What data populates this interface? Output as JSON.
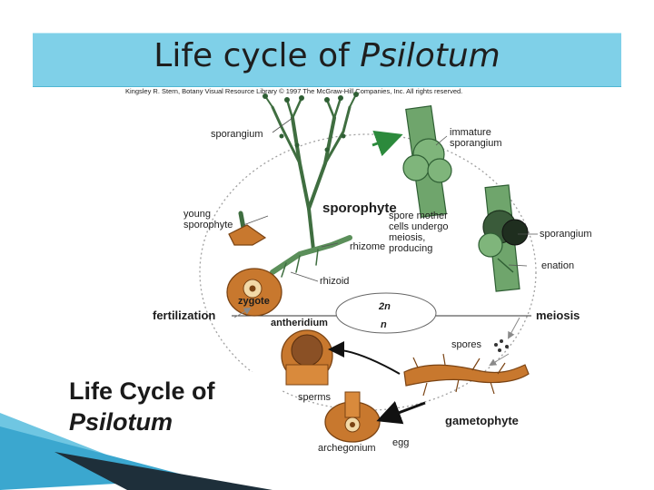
{
  "slide": {
    "title_main": "Life cycle of",
    "title_italic": "Psilotum",
    "credit": "Kingsley R. Stern, Botany Visual Resource Library © 1997 The McGraw-Hill Companies, Inc. All rights reserved."
  },
  "labels": {
    "sporangium_top": "sporangium",
    "immature_sporangium": "immature\nsporangium",
    "young_sporophyte": "young\nsporophyte",
    "sporophyte": "sporophyte",
    "spore_mother": "spore mother\ncells undergo\nmeiosis,\nproducing",
    "sporangium_right": "sporangium",
    "rhizome": "rhizome",
    "rhizoid": "rhizoid",
    "enation": "enation",
    "zygote": "zygote",
    "two_n": "2n",
    "n": "n",
    "fertilization": "fertilization",
    "meiosis": "meiosis",
    "antheridium": "antheridium",
    "spores": "spores",
    "sperms": "sperms",
    "gametophyte": "gametophyte",
    "archegonium": "archegonium",
    "egg": "egg"
  },
  "inset": {
    "line1": "Life Cycle of",
    "line2": "Psilotum"
  },
  "colors": {
    "title_bar": "#7fd0e8",
    "plant_green": "#5b8f5a",
    "dark_green": "#2f5f34",
    "gametophyte_orange": "#c8782e",
    "cycle_line": "#9a9a9a"
  }
}
